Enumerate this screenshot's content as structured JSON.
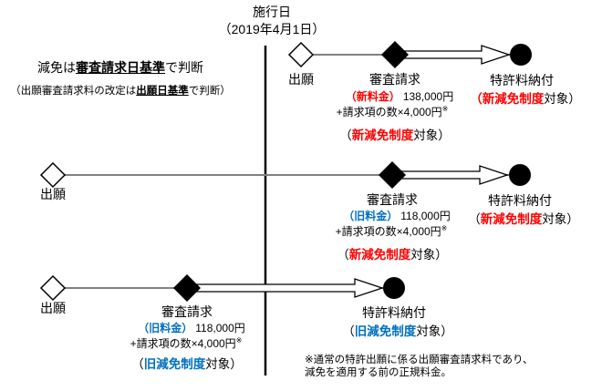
{
  "title": {
    "name": "施行日",
    "date": "（2019年4月1日）"
  },
  "top_note": {
    "line1_pre": "減免は",
    "line1_em": "審査請求日基準",
    "line1_post": "で判断",
    "line2_pre": "（出願審査請求料の改定は",
    "line2_em": "出願日基準",
    "line2_post": "で判断）"
  },
  "milestones": {
    "application": "出願",
    "examination": "審査請求",
    "payment": "特許料納付"
  },
  "fees": {
    "new": {
      "label": "（新料金）",
      "amount": "138,000円",
      "per_claim": "+請求項の数×4,000円",
      "ref": "※"
    },
    "old": {
      "label": "（旧料金）",
      "amount": "118,000円",
      "per_claim": "+請求項の数×4,000円",
      "ref": "※"
    }
  },
  "schemes": {
    "new": {
      "open": "（",
      "em": "新減免制度",
      "close": "対象）"
    },
    "old": {
      "open": "（",
      "em": "旧減免制度",
      "close": "対象）"
    }
  },
  "footnote": {
    "line1": "※通常の特許出願に係る出願審査請求料であり、",
    "line2": "減免を適用する前の正規料金。"
  },
  "colors": {
    "new_accent": "#ff0000",
    "old_accent": "#0070c0",
    "timeline_gray": "#808080",
    "line_black": "#000000"
  }
}
